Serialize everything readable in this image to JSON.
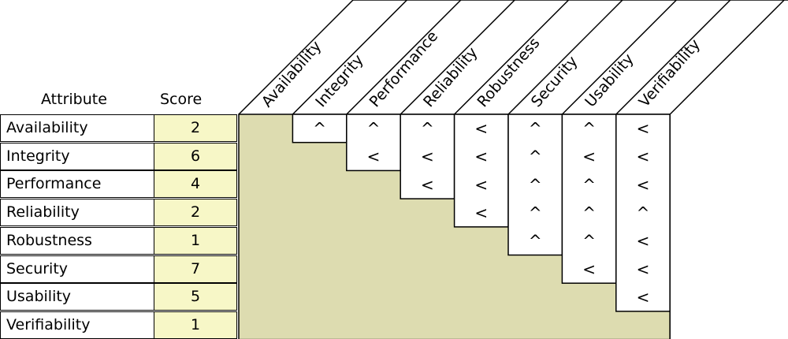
{
  "headers": {
    "attribute": "Attribute",
    "score": "Score"
  },
  "attributes": [
    {
      "name": "Availability",
      "score": "2"
    },
    {
      "name": "Integrity",
      "score": "6"
    },
    {
      "name": "Performance",
      "score": "4"
    },
    {
      "name": "Reliability",
      "score": "2"
    },
    {
      "name": "Robustness",
      "score": "1"
    },
    {
      "name": "Security",
      "score": "7"
    },
    {
      "name": "Usability",
      "score": "5"
    },
    {
      "name": "Verifiability",
      "score": "1"
    }
  ],
  "column_labels": [
    "Availability",
    "Integrity",
    "Performance",
    "Reliability",
    "Robustness",
    "Security",
    "Usability",
    "Verifiability"
  ],
  "matrix": [
    [
      null,
      "^",
      "^",
      "^",
      "<",
      "^",
      "^",
      "<"
    ],
    [
      null,
      null,
      "<",
      "<",
      "<",
      "^",
      "<",
      "<"
    ],
    [
      null,
      null,
      null,
      "<",
      "<",
      "^",
      "^",
      "<"
    ],
    [
      null,
      null,
      null,
      null,
      "<",
      "^",
      "^",
      "^"
    ],
    [
      null,
      null,
      null,
      null,
      null,
      "^",
      "^",
      "<"
    ],
    [
      null,
      null,
      null,
      null,
      null,
      null,
      "<",
      "<"
    ],
    [
      null,
      null,
      null,
      null,
      null,
      null,
      null,
      "<"
    ],
    [
      null,
      null,
      null,
      null,
      null,
      null,
      null,
      null
    ]
  ],
  "colors": {
    "matrix_background": "#dddcb0",
    "score_background": "#f7f7c7",
    "cell_background": "#ffffff",
    "border": "#000000"
  }
}
